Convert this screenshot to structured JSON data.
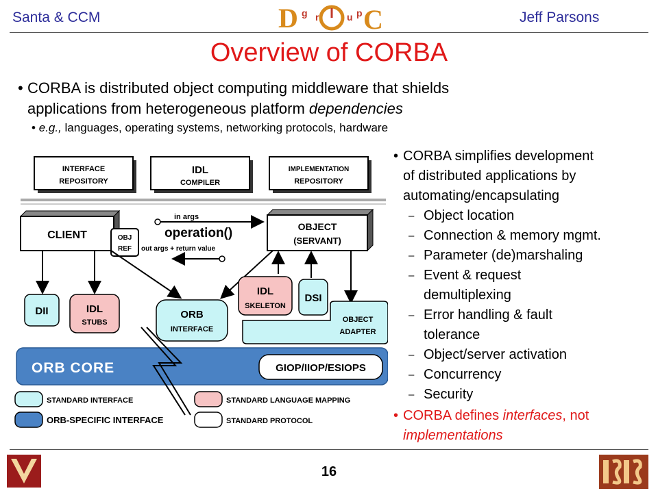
{
  "header": {
    "left": "Santa & CCM",
    "right": "Jeff Parsons",
    "logo_letters": [
      "D",
      "g",
      "r",
      "o",
      "u",
      "p",
      "C"
    ]
  },
  "title": "Overview of CORBA",
  "bullets": {
    "main_line1": "CORBA is distributed object computing middleware that shields",
    "main_line2_a": "applications from heterogeneous platform ",
    "main_line2_b": "dependencies",
    "sub_a": "e.g.,",
    "sub_b": " languages, operating systems, networking protocols, hardware"
  },
  "right_panel": {
    "simplifies_lines": [
      "CORBA simplifies development",
      "of distributed applications by",
      "automating/encapsulating"
    ],
    "items": [
      {
        "lines": [
          "Object location"
        ]
      },
      {
        "lines": [
          "Connection & memory mgmt."
        ]
      },
      {
        "lines": [
          "Parameter (de)marshaling"
        ]
      },
      {
        "lines": [
          "Event & request",
          "demultiplexing"
        ]
      },
      {
        "lines": [
          "Error handling & fault",
          "tolerance"
        ]
      },
      {
        "lines": [
          "Object/server activation"
        ]
      },
      {
        "lines": [
          "Concurrency"
        ]
      },
      {
        "lines": [
          "Security"
        ]
      }
    ],
    "defines_a": "CORBA defines ",
    "defines_b": "interfaces",
    "defines_c": ", not",
    "defines_d": "implementations"
  },
  "diagram": {
    "interface_repository": [
      "INTERFACE",
      "REPOSITORY"
    ],
    "idl_compiler": [
      "IDL",
      "COMPILER"
    ],
    "implementation_repository": [
      "IMPLEMENTATION",
      "REPOSITORY"
    ],
    "client": "CLIENT",
    "obj_ref": [
      "OBJ",
      "REF"
    ],
    "in_args": "in args",
    "operation": "operation()",
    "out_args": "out args + return value",
    "object": [
      "OBJECT",
      "(SERVANT)"
    ],
    "dii": "DII",
    "idl_stubs": [
      "IDL",
      "STUBS"
    ],
    "orb_interface": [
      "ORB",
      "INTERFACE"
    ],
    "idl_skeleton": [
      "IDL",
      "SKELETON"
    ],
    "dsi": "DSI",
    "object_adapter": [
      "OBJECT",
      "ADAPTER"
    ],
    "orb_core": "ORB CORE",
    "giop": "GIOP/IIOP/ESIOPS",
    "legend": {
      "standard_interface": "STANDARD INTERFACE",
      "standard_language_mapping": "STANDARD LANGUAGE MAPPING",
      "orb_specific_interface": "ORB-SPECIFIC INTERFACE",
      "standard_protocol": "STANDARD PROTOCOL"
    }
  },
  "colors": {
    "title_red": "#e01818",
    "header_blue": "#2d2d9a",
    "standard_interface": "#c8f4f6",
    "language_mapping": "#f7c3c3",
    "orb_specific": "#4a82c4"
  },
  "page_number": "16"
}
